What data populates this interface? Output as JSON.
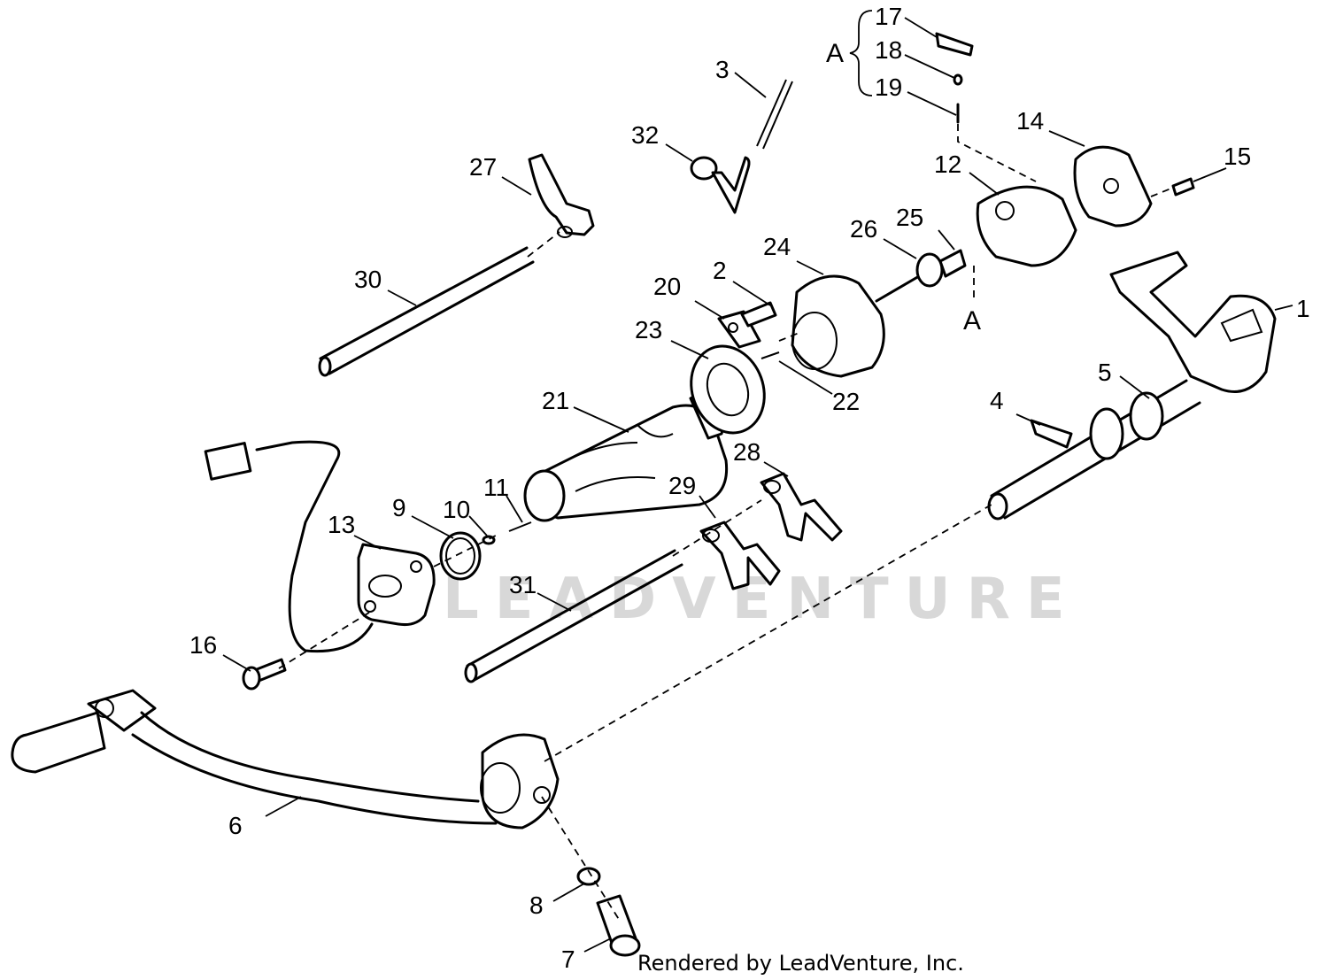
{
  "watermark": "LEADVENTURE",
  "credit": "Rendered by LeadVenture, Inc.",
  "group_labels": {
    "a_top": "A",
    "a_bottom": "A"
  },
  "callouts": [
    "1",
    "2",
    "3",
    "4",
    "5",
    "6",
    "7",
    "8",
    "9",
    "10",
    "11",
    "12",
    "13",
    "14",
    "15",
    "16",
    "17",
    "18",
    "19",
    "20",
    "21",
    "22",
    "23",
    "24",
    "25",
    "26",
    "27",
    "28",
    "29",
    "30",
    "31",
    "32"
  ],
  "colors": {
    "line": "#000000",
    "background": "#ffffff",
    "watermark": "#d8d8d8"
  }
}
